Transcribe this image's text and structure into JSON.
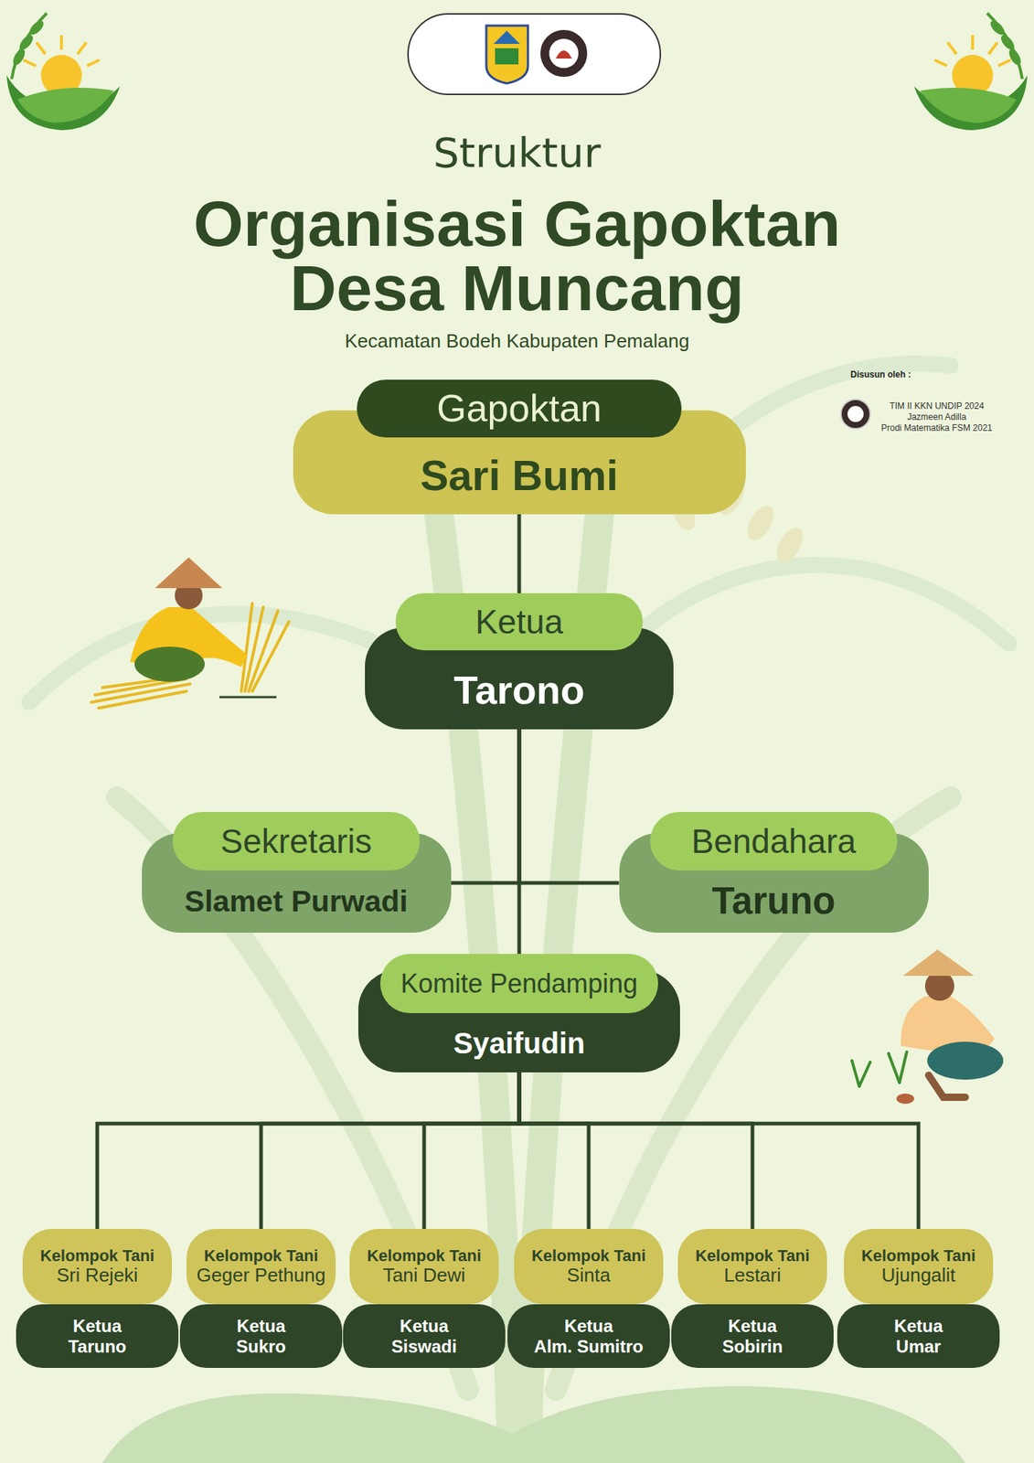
{
  "diagram": {
    "title": "Organisasi Gapoktan Desa Muncang",
    "nodes": [
      {
        "text": [
          "Gapoktan",
          "Sari Bumi"
        ]
      },
      {
        "text": [
          "Ketua",
          "Tarono"
        ]
      },
      {
        "text": [
          "Sekretaris",
          "Slamet Purwadi"
        ]
      },
      {
        "text": [
          "Bendahara",
          "Taruno"
        ]
      },
      {
        "text": [
          "Komite Pendamping",
          "Syaifudin"
        ]
      },
      {
        "text": [
          "Kelompok Tani",
          "Sri Rejeki"
        ]
      },
      {
        "text": [
          "Kelompok Tani",
          "Geger Pethung"
        ]
      },
      {
        "text": [
          "Kelompok Tani",
          "Tani Dewi"
        ]
      },
      {
        "text": [
          "Kelompok Tani",
          "Sinta"
        ]
      },
      {
        "text": [
          "Kelompok Tani",
          "Lestari"
        ]
      },
      {
        "text": [
          "Kelompok Tani",
          "Ujungalit"
        ]
      },
      {
        "text": [
          "Ketua",
          "Taruno"
        ]
      },
      {
        "text": [
          "Ketua",
          "Sukro"
        ]
      },
      {
        "text": [
          "Ketua",
          "Siswadi"
        ]
      },
      {
        "text": [
          "Ketua",
          "Alm. Sumitro"
        ]
      },
      {
        "text": [
          "Ketua",
          "Sobirin"
        ]
      },
      {
        "text": [
          "Ketua",
          "Umar"
        ]
      }
    ],
    "edges": [
      {
        "from": 0,
        "to": 1,
        "arrow": "none"
      },
      {
        "from": 1,
        "to": 2,
        "arrow": "none"
      },
      {
        "from": 1,
        "to": 3,
        "arrow": "none"
      },
      {
        "from": 1,
        "to": 4,
        "arrow": "none"
      },
      {
        "from": 4,
        "to": 5,
        "arrow": "none"
      },
      {
        "from": 4,
        "to": 6,
        "arrow": "none"
      },
      {
        "from": 4,
        "to": 7,
        "arrow": "none"
      },
      {
        "from": 4,
        "to": 8,
        "arrow": "none"
      },
      {
        "from": 4,
        "to": 9,
        "arrow": "none"
      },
      {
        "from": 4,
        "to": 10,
        "arrow": "none"
      }
    ],
    "labels": [
      "Struktur",
      "Kecamatan Bodeh Kabupaten Pemalang",
      "Disusun oleh :",
      "TIM II KKN UNDIP 2024",
      "Jazmeen Adilla",
      "Prodi Matematika FSM 2021"
    ]
  }
}
